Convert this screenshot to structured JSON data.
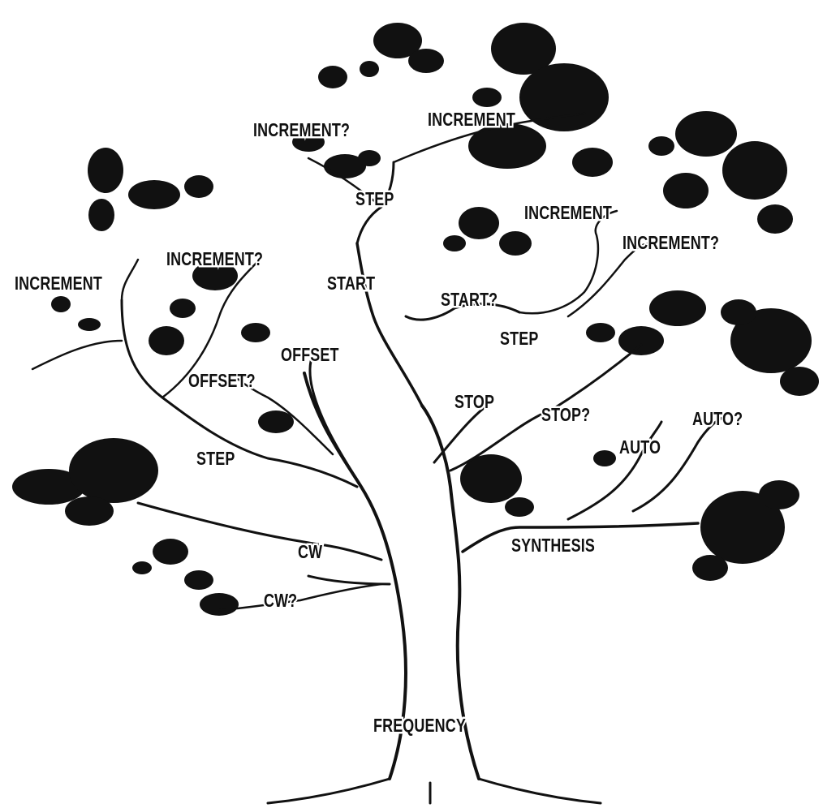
{
  "diagram": {
    "colors": {
      "ink": "#111111",
      "background": "#ffffff"
    },
    "nodes": {
      "root": "FREQUENCY",
      "cw": "CW",
      "cw_query": "CW?",
      "synthesis": "SYNTHESIS",
      "step_left": "STEP",
      "offset": "OFFSET",
      "offset_query": "OFFSET?",
      "increment_left": "INCREMENT",
      "increment_query_left": "INCREMENT?",
      "start": "START",
      "step_top": "STEP",
      "increment_query_top": "INCREMENT?",
      "increment_top": "INCREMENT",
      "start_query": "START?",
      "stop": "STOP",
      "stop_query": "STOP?",
      "step_right": "STEP",
      "increment_right": "INCREMENT",
      "increment_query_right": "INCREMENT?",
      "auto": "AUTO",
      "auto_query": "AUTO?"
    }
  }
}
